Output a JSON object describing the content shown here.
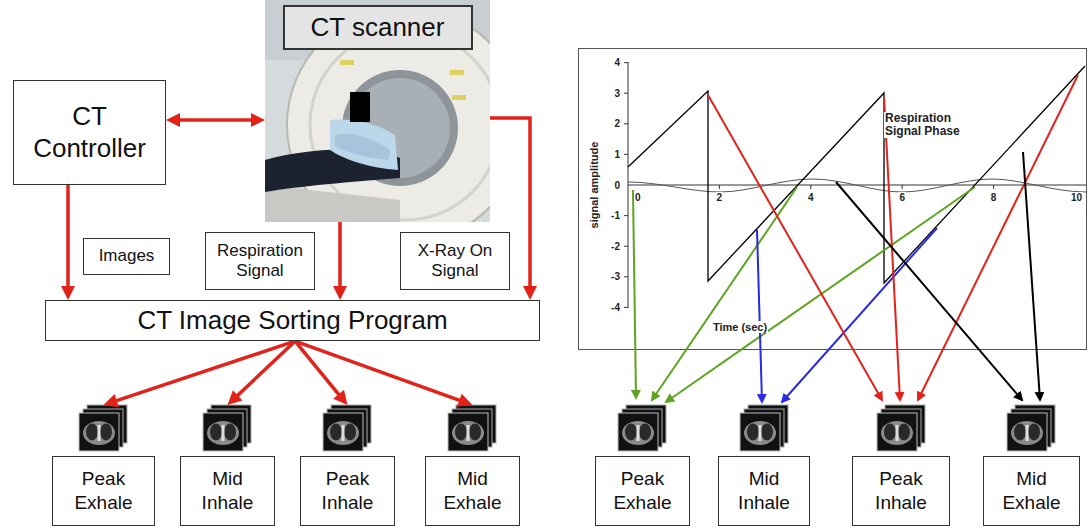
{
  "diagram": {
    "nodes": [
      {
        "text": [
          "CT Controller"
        ]
      },
      {
        "text": [
          "CT scanner"
        ]
      },
      {
        "text": [
          "CT Image Sorting Program"
        ]
      },
      {
        "text": [
          "Peak Exhale"
        ]
      },
      {
        "text": [
          "Mid Inhale"
        ]
      },
      {
        "text": [
          "Peak Inhale"
        ]
      },
      {
        "text": [
          "Mid Exhale"
        ]
      },
      {
        "text": [
          "Peak Exhale"
        ]
      },
      {
        "text": [
          "Mid Inhale"
        ]
      },
      {
        "text": [
          "Peak Inhale"
        ]
      },
      {
        "text": [
          "Mid Exhale"
        ]
      }
    ],
    "edges": [
      {
        "from": 0,
        "to": 1,
        "arrow": "both"
      },
      {
        "from": 0,
        "to": 2,
        "label": "Images",
        "arrow": "to"
      },
      {
        "from": 1,
        "to": 2,
        "label": "Respiration Signal",
        "arrow": "to"
      },
      {
        "from": 1,
        "to": 2,
        "label": "X-Ray On Signal",
        "arrow": "to"
      },
      {
        "from": 2,
        "to": 3,
        "arrow": "to"
      },
      {
        "from": 2,
        "to": 4,
        "arrow": "to"
      },
      {
        "from": 2,
        "to": 5,
        "arrow": "to"
      },
      {
        "from": 2,
        "to": 6,
        "arrow": "to"
      }
    ],
    "labels": [
      "4",
      "3",
      "2",
      "1",
      "0",
      "-1",
      "-2",
      "-3",
      "-4",
      "0",
      "2",
      "4",
      "6",
      "8",
      "10",
      "signal amplitude",
      "Time (sec)",
      "Respiration Signal Phase"
    ]
  }
}
